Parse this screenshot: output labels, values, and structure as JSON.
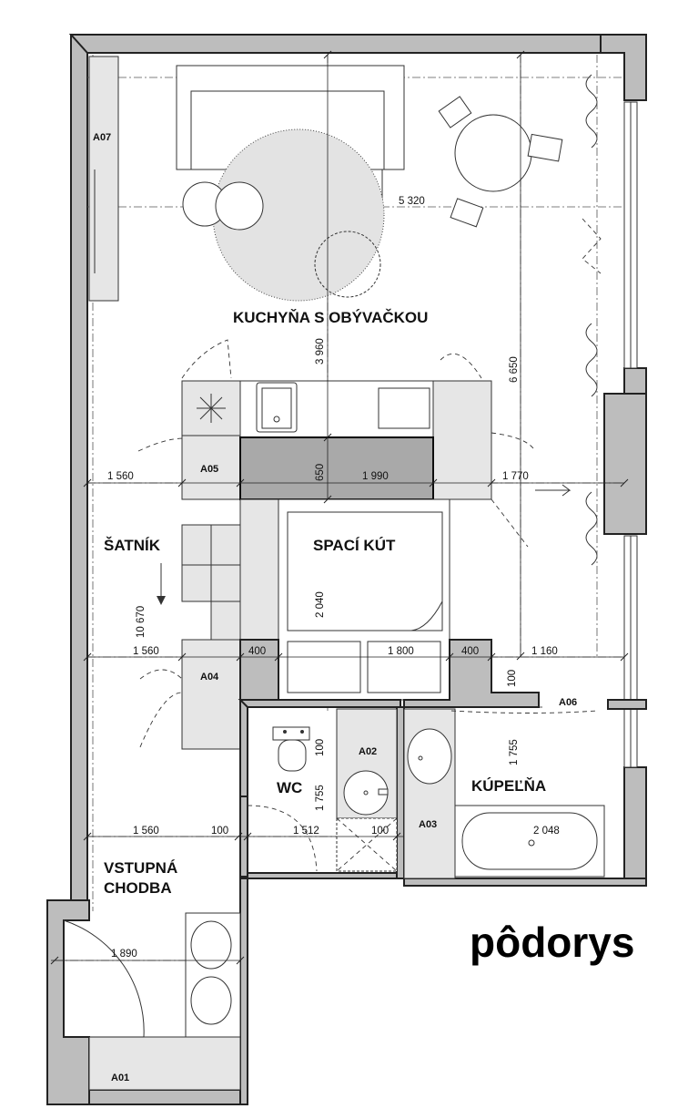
{
  "title": "pôdorys",
  "rooms": {
    "kitchen": "KUCHYŇA S OBÝVAČKOU",
    "satnik": "ŠATNÍK",
    "spaci": "SPACÍ KÚT",
    "wc": "WC",
    "kupelna": "KÚPEĽŇA",
    "vstupna_1": "VSTUPNÁ",
    "vstupna_2": "CHODBA"
  },
  "codes": {
    "a01": "A01",
    "a02": "A02",
    "a03": "A03",
    "a04": "A04",
    "a05": "A05",
    "a06": "A06",
    "a07": "A07"
  },
  "dimensions": {
    "d5320": "5 320",
    "d3960": "3 960",
    "d6650": "6 650",
    "d650": "650",
    "d1560a": "1 560",
    "d1990": "1 990",
    "d1770": "1 770",
    "d2040": "2 040",
    "d10670": "10 670",
    "d1560b": "1 560",
    "d400a": "400",
    "d1800": "1 800",
    "d400b": "400",
    "d1160": "1 160",
    "d100a": "100",
    "d100b": "100",
    "d1755a": "1 755",
    "d1755b": "1 755",
    "d1560c": "1 560",
    "d100c": "100",
    "d1512": "1 512",
    "d100d": "100",
    "d2048": "2 048",
    "d1890": "1 890"
  }
}
